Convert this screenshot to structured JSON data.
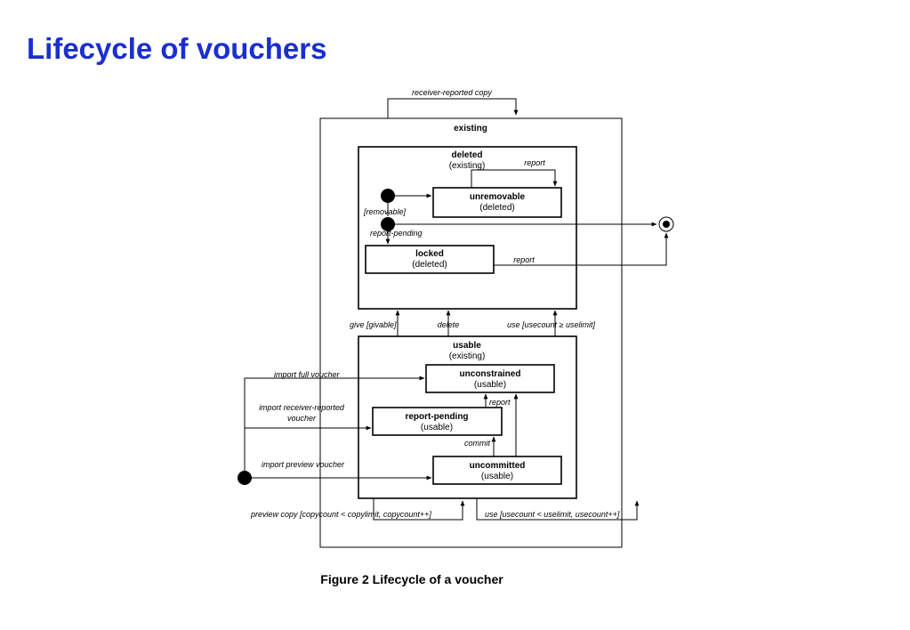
{
  "title": "Lifecycle of vouchers",
  "caption": "Figure 2 Lifecycle of a voucher",
  "states": {
    "existing": {
      "name": "existing"
    },
    "deleted": {
      "name": "deleted",
      "sub": "(existing)"
    },
    "unremovable": {
      "name": "unremovable",
      "sub": "(deleted)"
    },
    "locked": {
      "name": "locked",
      "sub": "(deleted)"
    },
    "usable": {
      "name": "usable",
      "sub": "(existing)"
    },
    "unconstrained": {
      "name": "unconstrained",
      "sub": "(usable)"
    },
    "report_pending": {
      "name": "report-pending",
      "sub": "(usable)"
    },
    "uncommitted": {
      "name": "uncommitted",
      "sub": "(usable)"
    }
  },
  "transitions": {
    "receiver_reported_copy": "receiver-reported copy",
    "report_top": "report",
    "removable": "[removable]",
    "report_pending": "report-pending",
    "report_locked": "report",
    "give": "give [givable]",
    "delete": "delete",
    "use_limit": "use [usecount ≥ uselimit]",
    "import_full": "import full voucher",
    "import_receiver_1": "import receiver-reported",
    "import_receiver_2": "voucher",
    "import_preview": "import preview voucher",
    "report_usable": "report",
    "commit": "commit",
    "preview_copy": "preview copy  [copycount < copylimit, copycount++]",
    "use_count": "use [usecount < uselimit, usecount++]"
  }
}
